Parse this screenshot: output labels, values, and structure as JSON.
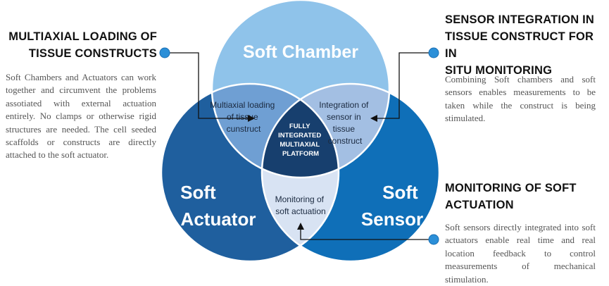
{
  "left_panel": {
    "title_lines": [
      "MULTIAXIAL LOADING OF",
      "TISSUE CONSTRUCTS"
    ],
    "body": "Soft Chambers and Actuators can work together and circumvent the problems assotiated with external actuation entirely. No clamps or otherwise rigid structures are needed. The cell seeded scaffolds or constructs are directly attached to the soft actuator."
  },
  "right_top_panel": {
    "title_lines": [
      "SENSOR INTEGRATION IN",
      "TISSUE CONSTRUCT FOR IN",
      "SITU MONITORING"
    ],
    "body": "Combining Soft chambers and soft sensors enables measurements to be taken while the construct is being stimulated."
  },
  "right_bottom_panel": {
    "title_lines": [
      "MONITORING OF SOFT",
      "ACTUATION"
    ],
    "body": "Soft sensors directly integrated into soft actuators enable real time and real location feedback to control measurements of mechanical stimulation."
  },
  "venn": {
    "chamber_label": "Soft Chamber",
    "actuator_label": [
      "Soft",
      "Actuator"
    ],
    "sensor_label": [
      "Soft",
      "Sensor"
    ],
    "chamber_actuator_label": [
      "Multiaxial loading",
      "of tissue",
      "cunstruct"
    ],
    "chamber_sensor_label": [
      "Integration of",
      "sensor in",
      "tissue",
      "construct"
    ],
    "actuator_sensor_label": [
      "Monitoring of",
      "soft actuation"
    ],
    "center_label": [
      "FULLY",
      "INTEGRATED",
      "MULTIAXIAL",
      "PLATFORM"
    ]
  },
  "colors": {
    "chamber": "#8fc3ea",
    "actuator": "#1f5f9e",
    "sensor": "#0f6fb8",
    "chamber_actuator": "#6f9fd3",
    "chamber_sensor": "#a3bfe3",
    "actuator_sensor": "#d8e3f3",
    "center": "#173f6e",
    "marker": "#2b8fd8"
  }
}
